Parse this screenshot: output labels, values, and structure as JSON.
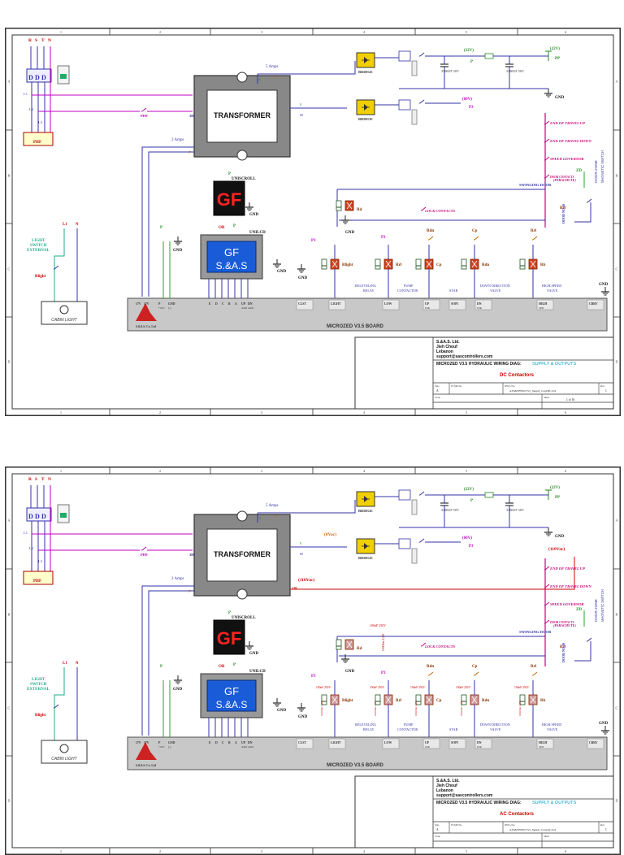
{
  "sheets": [
    {
      "title_line": "MICROZED V3.5 HYDRAULIC WIRING DIAG:",
      "title_highlight": "SUPPLY & OUTPUTS",
      "subtitle": "DC Contactors",
      "company": "S.&A.S. Ltd.",
      "city": "Jieh Chouf",
      "country": "Lebanon",
      "email": "support@sascontrollers.com",
      "size": "A",
      "doc_name": "A3/MZ/HYD/V3.5_Supply_Cont/DC.Sch",
      "rev": "1",
      "sheet_of": "1 of 16",
      "volt_high": "(22V)",
      "volt_low": "(60V)",
      "out_pp": "PP",
      "out_p3": "P3",
      "bridge": "BRIDGE",
      "amps5": "5 Amps",
      "amps2": "2 Amps",
      "cap1": "3300UF 50V",
      "cap2": "3300UF 50V",
      "mid_label": "",
      "relay_supply": ""
    },
    {
      "title_line": "MICROZED V3.5 HYDRAULIC WIRING DIAG:",
      "title_highlight": "SUPPLY & OUTPUTS",
      "subtitle": "AC Contactors",
      "company": "S.&A.S. Ltd.",
      "city": "Jieh Chouf",
      "country": "Lebanon",
      "email": "support@sascontrollers.com",
      "size": "A",
      "doc_name": "A3/MZ/HYD/V3.5_Supply_Cont/AC.Sch",
      "rev": "1",
      "sheet_of": "",
      "volt_high": "(22V)",
      "volt_low": "(60V)",
      "out_pp": "PP",
      "out_p3": "P3",
      "bridge": "BRIDGE",
      "amps5": "5 Amps",
      "amps2": "2 Amps",
      "cap1": "3300UF 50V",
      "cap2": "3300UF 50V",
      "mid_label": "(0Vac)",
      "relay_supply": "(110Vac)"
    }
  ],
  "common": {
    "phases": [
      "R",
      "S",
      "T",
      "N"
    ],
    "transformer": "TRANSFORMER",
    "unscroll": "UNISCROLL",
    "unilcd": "UNILCD",
    "lcd_line1": "GF",
    "lcd_line2": "S.&A.S",
    "led_text": "GF",
    "gnd": "GND",
    "or": "OR",
    "p": "P",
    "phf": "PHF",
    "n380": "380",
    "n110": "110",
    "tap0": "0",
    "tap17": "17",
    "tap60": "60",
    "light_switch": [
      "LIGHT",
      "SWITCH",
      "EXTERNAL"
    ],
    "l1": "L1",
    "n": "N",
    "rlight": "Rlight",
    "cabin_light": "CABIN LIGHT",
    "board": "MICROZED V3.5 BOARD",
    "logo": "S.&A.S. Co. Ltd",
    "end_up": "END OF TRAVEL UP",
    "end_down": "END OF TRAVEL DOWN",
    "governor": [
      "SPEED GOVERNOR",
      "(PARACHUTE)"
    ],
    "door_contacts": "DOOR CONTACTS",
    "door_zone": [
      "DOOR ZONE",
      "MAGNETIC SWITCH"
    ],
    "door_vert": "DOOR NO.30",
    "swinging": "SWINGING DOOR",
    "lock": "LOCK CONTACTS",
    "rd": "Rd",
    "rdn": "Rdn",
    "cp": "Cp",
    "rrl": "Rrl",
    "rb": "Rb",
    "relevel": [
      "RELEVELING",
      "RELAY"
    ],
    "pump": [
      "PUMP",
      "CONTACTOR"
    ],
    "star": "STAR",
    "down_valve": [
      "DOWN DIRECTION",
      "VALVE"
    ],
    "high_speed": [
      "HIGH SPEED",
      "VALVE"
    ],
    "term_left": [
      "17V",
      "17V",
      "P",
      "GND"
    ],
    "term_left_sub": [
      "",
      "",
      "+22V",
      "(-)"
    ],
    "term_mid": [
      "E",
      "D",
      "C",
      "B",
      "A",
      "UP",
      "DN"
    ],
    "term_mid_sub": [
      "",
      "",
      "",
      "",
      "",
      "ARO",
      "ARO"
    ],
    "term_right": [
      "CLST",
      "LIGHT",
      "LOW",
      "UP",
      "SOPI",
      "DN",
      "HIGH",
      "CBRV"
    ],
    "term_right_sub": [
      "",
      "",
      "",
      "DIR",
      "",
      "DIR",
      "SPD",
      ""
    ],
    "tb_labels": [
      "Size",
      "FCSM No.",
      "DWG No.",
      "Rev",
      "Scale",
      "Sheet"
    ],
    "col_nums": [
      "1",
      "2",
      "3",
      "4",
      "5",
      "6"
    ],
    "row_letters": [
      "A",
      "B",
      "C",
      "D"
    ],
    "snubber": "100nF 250V",
    "diode": "1N4007",
    "resistor": "100Ohm 1/2W",
    "colors": {
      "purple": "#c000c0",
      "blue": "#3333aa",
      "magenta": "#cc0077",
      "green": "#22aa22",
      "orange": "#cc6600",
      "red": "#cc0000",
      "gray": "#c8c8c8",
      "cyan": "#00a0c0",
      "yellow": "#f0d000",
      "lcdblue": "#1a5cd8"
    }
  }
}
